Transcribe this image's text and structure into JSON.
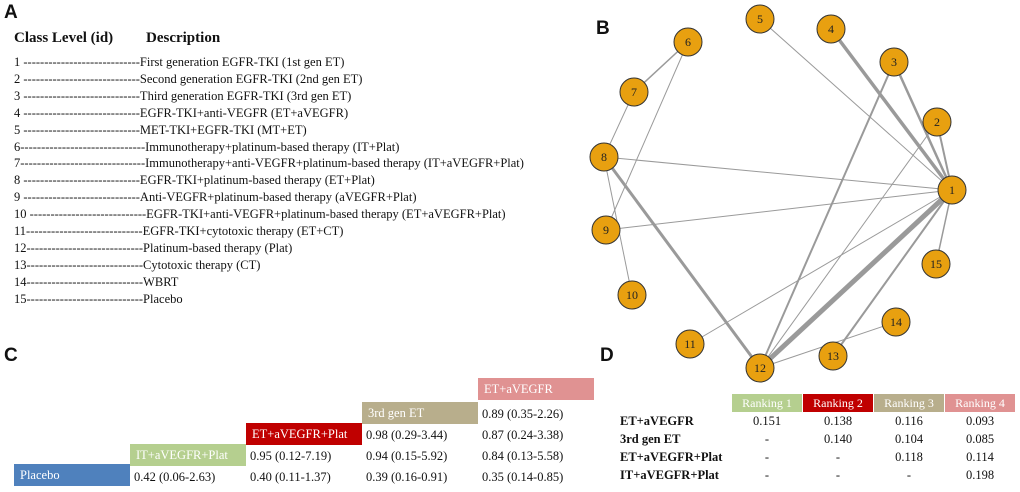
{
  "panels": {
    "a": "A",
    "b": "B",
    "c": "C",
    "d": "D"
  },
  "panelA": {
    "col1": "Class Level (id)",
    "col2": "Description",
    "rows": [
      {
        "text": "1 ----------------------------First generation EGFR-TKI (1st gen ET)"
      },
      {
        "text": "2 ----------------------------Second generation EGFR-TKI (2nd gen ET)"
      },
      {
        "text": "3 ----------------------------Third generation EGFR-TKI (3rd gen ET)"
      },
      {
        "text": "4 ----------------------------EGFR-TKI+anti-VEGFR (ET+aVEGFR)"
      },
      {
        "text": "5 ----------------------------MET-TKI+EGFR-TKI (MT+ET)"
      },
      {
        "text": "6------------------------------Immunotherapy+platinum-based therapy (IT+Plat)"
      },
      {
        "text": "7------------------------------Immunotherapy+anti-VEGFR+platinum-based therapy (IT+aVEGFR+Plat)"
      },
      {
        "text": "8 ----------------------------EGFR-TKI+platinum-based therapy (ET+Plat)"
      },
      {
        "text": "9 ----------------------------Anti-VEGFR+platinum-based therapy (aVEGFR+Plat)"
      },
      {
        "text": "10 ----------------------------EGFR-TKI+anti-VEGFR+platinum-based therapy (ET+aVEGFR+Plat)"
      },
      {
        "text": "11----------------------------EGFR-TKI+cytotoxic therapy (ET+CT)"
      },
      {
        "text": "12----------------------------Platinum-based therapy (Plat)"
      },
      {
        "text": "13----------------------------Cytotoxic therapy (CT)"
      },
      {
        "text": "14----------------------------WBRT"
      },
      {
        "text": "15----------------------------Placebo"
      }
    ]
  },
  "network": {
    "node_fill": "#E8A010",
    "edge_color": "#9a9a9a",
    "nodes": [
      {
        "id": "1"
      },
      {
        "id": "2"
      },
      {
        "id": "3"
      },
      {
        "id": "4"
      },
      {
        "id": "5"
      },
      {
        "id": "6"
      },
      {
        "id": "7"
      },
      {
        "id": "8"
      },
      {
        "id": "9"
      },
      {
        "id": "10"
      },
      {
        "id": "11"
      },
      {
        "id": "12"
      },
      {
        "id": "13"
      },
      {
        "id": "14"
      },
      {
        "id": "15"
      }
    ]
  },
  "league": {
    "labels": [
      {
        "text": "Placebo",
        "color": "#4F81BD"
      },
      {
        "text": "IT+aVEGFR+Plat",
        "color": "#B5CF8F"
      },
      {
        "text": "ET+aVEGFR+Plat",
        "color": "#C00000"
      },
      {
        "text": "3rd gen ET",
        "color": "#B8AE8C"
      },
      {
        "text": "ET+aVEGFR",
        "color": "#E09292"
      }
    ],
    "cells": [
      "0.42 (0.06-2.63)",
      "0.40 (0.11-1.37)",
      "0.39 (0.16-0.91)",
      "0.35 (0.14-0.85)",
      "0.95 (0.12-7.19)",
      "0.94 (0.15-5.92)",
      "0.84 (0.13-5.58)",
      "0.98 (0.29-3.44)",
      "0.87 (0.24-3.38)",
      "0.89 (0.35-2.26)"
    ]
  },
  "ranking": {
    "headers": [
      {
        "text": "Ranking 1",
        "color": "#B5CF8F"
      },
      {
        "text": "Ranking 2",
        "color": "#C00000"
      },
      {
        "text": "Ranking 3",
        "color": "#B8AE8C"
      },
      {
        "text": "Ranking 4",
        "color": "#E09292"
      }
    ],
    "rows": [
      {
        "label": "ET+aVEGFR",
        "values": [
          "0.151",
          "0.138",
          "0.116",
          "0.093"
        ]
      },
      {
        "label": "3rd gen ET",
        "values": [
          "-",
          "0.140",
          "0.104",
          "0.085"
        ]
      },
      {
        "label": "ET+aVEGFR+Plat",
        "values": [
          "-",
          "-",
          "0.118",
          "0.114"
        ]
      },
      {
        "label": "IT+aVEGFR+Plat",
        "values": [
          "-",
          "-",
          "-",
          "0.198"
        ]
      }
    ]
  }
}
